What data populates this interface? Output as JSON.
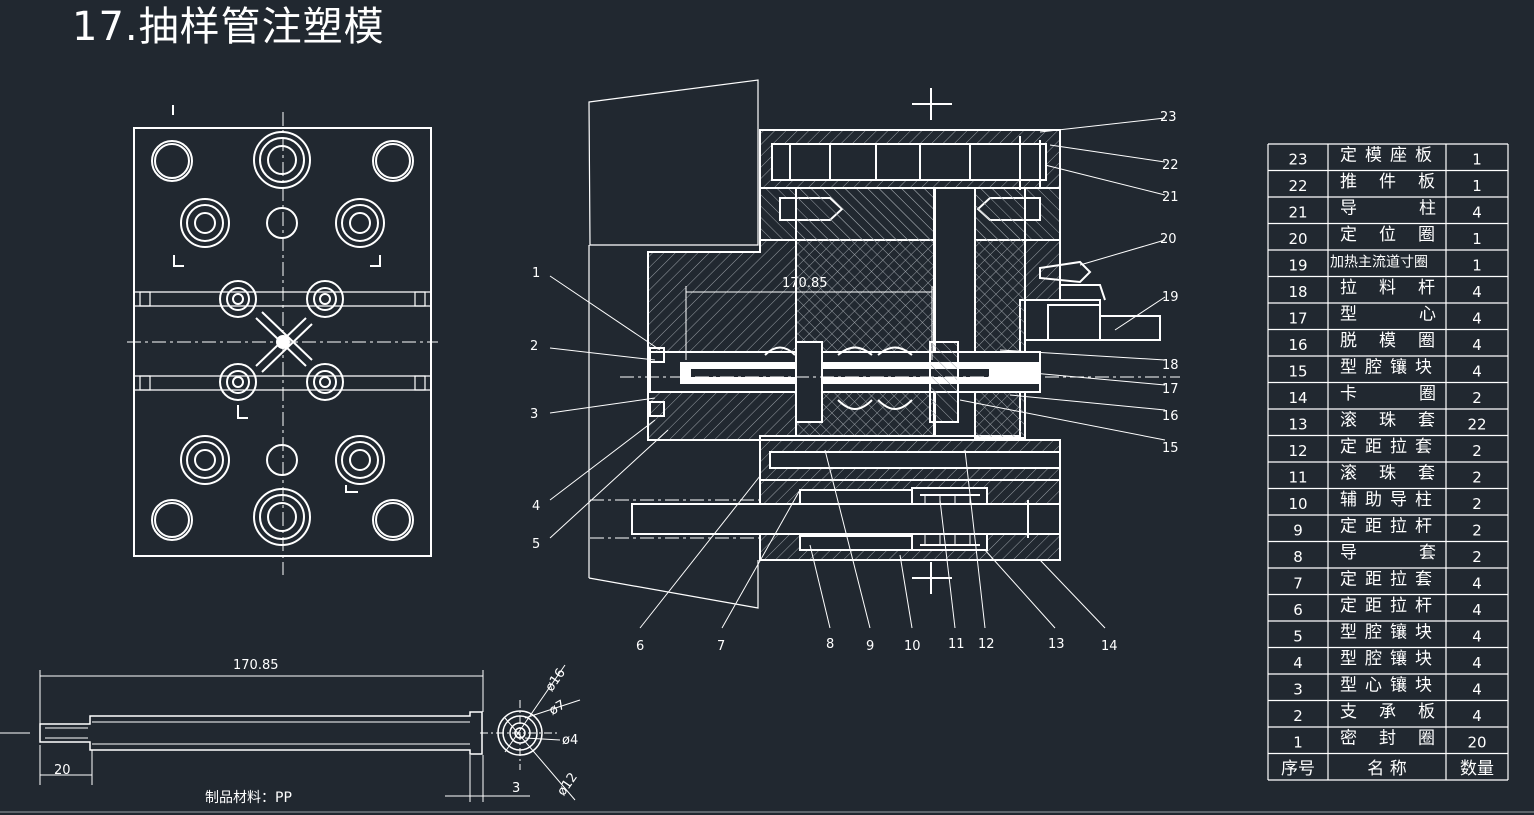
{
  "title": "17.抽样管注塑模",
  "material_note": "制品材料：PP",
  "dimensions": {
    "section_length": "170.85",
    "part_length": "170.85",
    "part_step": "20",
    "part_end": "3",
    "dia_16": "ø16",
    "dia_7": "ø7",
    "dia_4": "ø4",
    "dia_12": "ø12"
  },
  "callouts": [
    "1",
    "2",
    "3",
    "4",
    "5",
    "6",
    "7",
    "8",
    "9",
    "10",
    "11",
    "12",
    "13",
    "14",
    "15",
    "16",
    "17",
    "18",
    "19",
    "20",
    "21",
    "22",
    "23"
  ],
  "bom": {
    "header": {
      "no": "序号",
      "name": "名  称",
      "qty": "数量"
    },
    "rows": [
      {
        "no": "23",
        "name": "定模座板",
        "qty": "1"
      },
      {
        "no": "22",
        "name": "推件板",
        "qty": "1"
      },
      {
        "no": "21",
        "name": "导柱",
        "qty": "4"
      },
      {
        "no": "20",
        "name": "定位圈",
        "qty": "1"
      },
      {
        "no": "19",
        "name": "加热主流道寸圈",
        "qty": "1"
      },
      {
        "no": "18",
        "name": "拉料杆",
        "qty": "4"
      },
      {
        "no": "17",
        "name": "型心",
        "qty": "4"
      },
      {
        "no": "16",
        "name": "脱模圈",
        "qty": "4"
      },
      {
        "no": "15",
        "name": "型腔镶块",
        "qty": "4"
      },
      {
        "no": "14",
        "name": "卡圈",
        "qty": "2"
      },
      {
        "no": "13",
        "name": "滚珠套",
        "qty": "22"
      },
      {
        "no": "12",
        "name": "定距拉套",
        "qty": "2"
      },
      {
        "no": "11",
        "name": "滚珠套",
        "qty": "2"
      },
      {
        "no": "10",
        "name": "辅助导柱",
        "qty": "2"
      },
      {
        "no": "9",
        "name": "定距拉杆",
        "qty": "2"
      },
      {
        "no": "8",
        "name": "导套",
        "qty": "2"
      },
      {
        "no": "7",
        "name": "定距拉套",
        "qty": "4"
      },
      {
        "no": "6",
        "name": "定距拉杆",
        "qty": "4"
      },
      {
        "no": "5",
        "name": "型腔镶块",
        "qty": "4"
      },
      {
        "no": "4",
        "name": "型腔镶块",
        "qty": "4"
      },
      {
        "no": "3",
        "name": "型心镶块",
        "qty": "4"
      },
      {
        "no": "2",
        "name": "支承板",
        "qty": "4"
      },
      {
        "no": "1",
        "name": "密封圈",
        "qty": "20"
      }
    ]
  },
  "colors": {
    "background": "#212830",
    "line": "#ffffff",
    "hatch": "#8a8f96"
  }
}
